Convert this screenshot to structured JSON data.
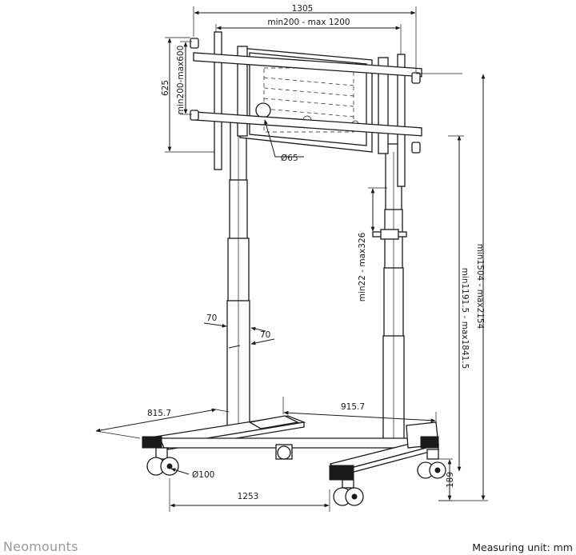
{
  "brand": "Neomounts",
  "measuring_unit": "Measuring unit: mm",
  "dimensions": {
    "total_width": "1305",
    "vesa_width": "min200 - max 1200",
    "plate_height": "625",
    "vesa_height": "min200-max600",
    "hole_diameter": "Ø65",
    "shelf_adjust": "min22 - max326",
    "total_height": "min1504 - max2154",
    "center_height": "min1191.5 - max1841.5",
    "column_depth": "70",
    "column_width": "70",
    "base_depth": "815.7",
    "base_inner_width": "915.7",
    "wheel_diameter": "Ø100",
    "base_width": "1253",
    "base_height": "189"
  }
}
